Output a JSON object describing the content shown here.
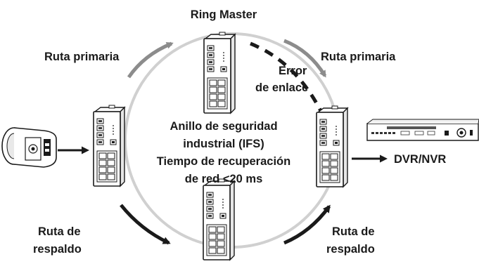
{
  "labels": {
    "ring_master": "Ring Master",
    "primary_left": "Ruta primaria",
    "primary_right": "Ruta primaria",
    "link_error_line1": "Error",
    "link_error_line2": "de enlace",
    "center_line1": "Anillo de seguridad",
    "center_line2": "industrial (IFS)",
    "center_line3": "Tiempo de recuperación",
    "center_line4": "de red <20 ms",
    "backup_left_line1": "Ruta de",
    "backup_left_line2": "respaldo",
    "backup_right_line1": "Ruta de",
    "backup_right_line2": "respaldo",
    "recorder": "DVR/NVR"
  },
  "colors": {
    "ring": "#d0d0d0",
    "primary_arrow": "#8c8c8c",
    "backup_arrow": "#1a1a1a",
    "text": "#1a1a1a"
  },
  "icons": {
    "switches": [
      "network-switch-icon",
      "network-switch-icon",
      "network-switch-icon",
      "network-switch-icon"
    ],
    "camera": "security-camera-icon",
    "recorder": "dvr-nvr-icon"
  }
}
